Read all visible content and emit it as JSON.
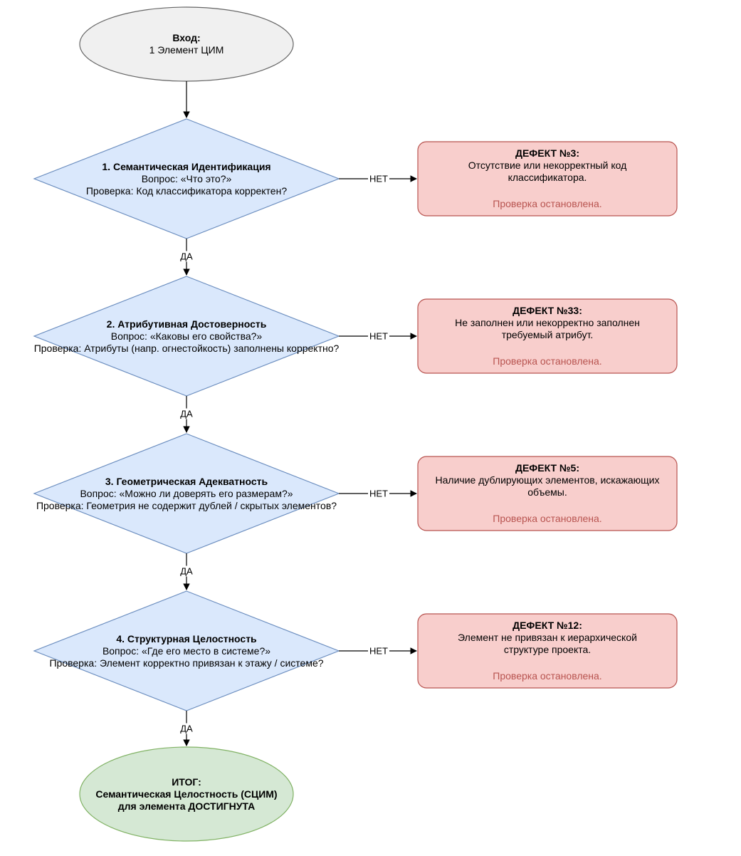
{
  "colors": {
    "start_fill": "#f0f0f0",
    "start_stroke": "#666666",
    "decision_fill": "#dae8fc",
    "decision_stroke": "#6c8ebf",
    "defect_fill": "#f8cecc",
    "defect_stroke": "#b85450",
    "defect_stop_text": "#b85450",
    "end_fill": "#d5e8d4",
    "end_stroke": "#82b366",
    "edge": "#000000"
  },
  "start": {
    "title": "Вход:",
    "text": "1 Элемент ЦИМ"
  },
  "checks": [
    {
      "title": "1. Семантическая Идентификация",
      "question": "Вопрос: «Что это?»",
      "check": "Проверка: Код классификатора корректен?",
      "no_label": "НЕТ",
      "yes_label": "ДА",
      "defect": {
        "title": "ДЕФЕКТ №3:",
        "text": "Отсутствие или некорректный код классификатора.",
        "stop": "Проверка остановлена."
      }
    },
    {
      "title": "2. Атрибутивная Достоверность",
      "question": "Вопрос: «Каковы его свойства?»",
      "check": "Проверка: Атрибуты (напр. огнестойкость) заполнены корректно?",
      "no_label": "НЕТ",
      "yes_label": "ДА",
      "defect": {
        "title": "ДЕФЕКТ №33:",
        "text": "Не заполнен или некорректно заполнен требуемый атрибут.",
        "stop": "Проверка остановлена."
      }
    },
    {
      "title": "3. Геометрическая Адекватность",
      "question": "Вопрос: «Можно ли доверять его размерам?»",
      "check": "Проверка: Геометрия не содержит дублей / скрытых элементов?",
      "no_label": "НЕТ",
      "yes_label": "ДА",
      "defect": {
        "title": "ДЕФЕКТ №5:",
        "text": "Наличие дублирующих элементов, искажающих объемы.",
        "stop": "Проверка остановлена."
      }
    },
    {
      "title": "4. Структурная Целостность",
      "question": "Вопрос: «Где его место в системе?»",
      "check": "Проверка: Элемент корректно привязан к этажу / системе?",
      "no_label": "НЕТ",
      "yes_label": "ДА",
      "defect": {
        "title": "ДЕФЕКТ №12:",
        "text": "Элемент не привязан к иерархической структуре проекта.",
        "stop": "Проверка остановлена."
      }
    }
  ],
  "result": {
    "title": "ИТОГ:",
    "line1": "Семантическая Целостность (СЦИМ)",
    "line2": "для элемента ДОСТИГНУТА"
  }
}
